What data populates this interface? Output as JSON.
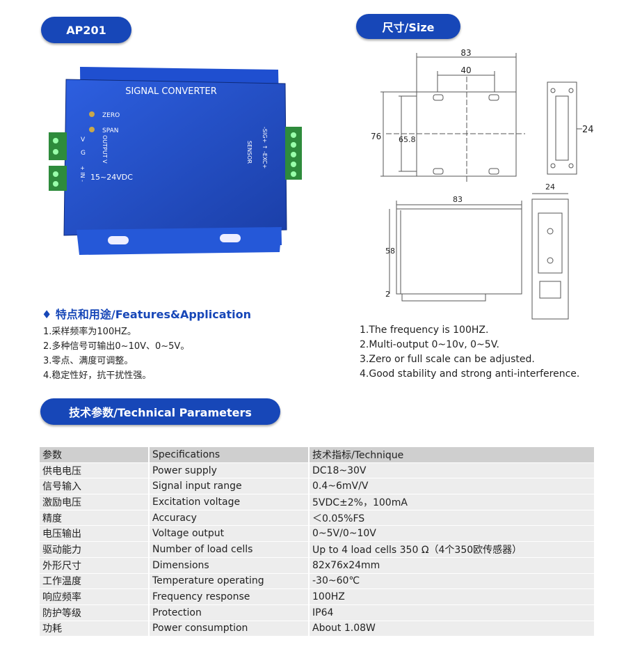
{
  "model_label": "AP201",
  "size_label": "尺寸/Size",
  "params_label": "技术参数/Technical Parameters",
  "product": {
    "title": "SIGNAL CONVERTER",
    "zero": "ZERO",
    "span": "SPAN",
    "v": "V",
    "g": "G",
    "output_v": "OUTPUT V",
    "in": "+ IN -",
    "power": "15~24VDC",
    "sensor": "SENSOR",
    "sig_exc": "-SIG+ ↑ -EXC+"
  },
  "features": {
    "heading": "♦ 特点和用途/Features&Application",
    "cn": [
      "1.采样频率为100HZ。",
      "2.多种信号可输出0~10V、0~5V。",
      "3.零点、满度可调整。",
      "4.稳定性好，抗干扰性强。"
    ],
    "en": [
      "1.The frequency is 100HZ.",
      "2.Multi-output 0~10v, 0~5V.",
      "3.Zero or full scale can be adjusted.",
      "4.Good stability and strong anti-interference."
    ]
  },
  "dimensions": {
    "top_width": "83",
    "hole_spacing": "40",
    "height": "76",
    "inner_height": "65.8",
    "side_depth": "24",
    "front_width": "83",
    "front_height": "58",
    "front_base": "2",
    "side_width": "24"
  },
  "table": {
    "header": [
      "参数",
      "Specifications",
      "技术指标/Technique"
    ],
    "rows": [
      [
        "供电电压",
        "Power supply",
        "DC18~30V"
      ],
      [
        "信号输入",
        "Signal input range",
        "0.4~6mV/V"
      ],
      [
        "激励电压",
        "Excitation voltage",
        "5VDC±2%，100mA"
      ],
      [
        "精度",
        "Accuracy",
        "＜0.05%FS"
      ],
      [
        "电压输出",
        "Voltage output",
        "0~5V/0~10V"
      ],
      [
        "驱动能力",
        "Number of load cells",
        "Up to 4 load cells 350 Ω（4个350欧传感器）"
      ],
      [
        "外形尺寸",
        "Dimensions",
        "82x76x24mm"
      ],
      [
        "工作温度",
        "Temperature operating",
        "-30~60℃"
      ],
      [
        "响应频率",
        "Frequency response",
        "100HZ"
      ],
      [
        "防护等级",
        "Protection",
        "IP64"
      ],
      [
        "功耗",
        "Power consumption",
        "About 1.08W"
      ]
    ]
  }
}
